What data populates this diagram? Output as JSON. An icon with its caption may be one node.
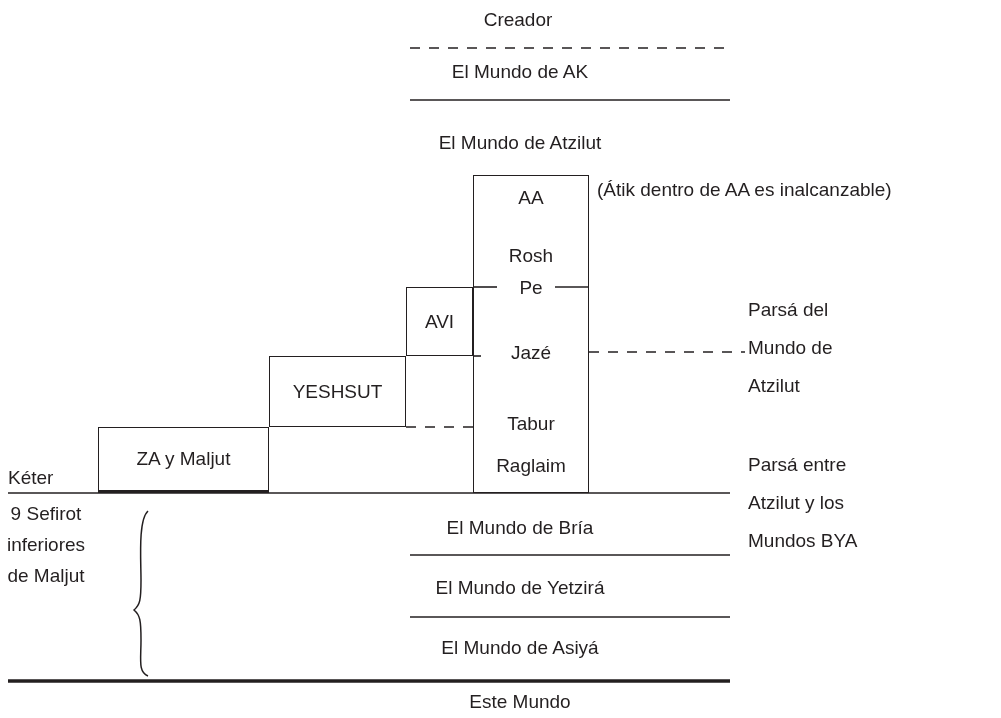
{
  "diagram": {
    "nodes": [
      {
        "text": [
          "AA",
          "Rosh",
          "Pe",
          "Jazé",
          "Tabur",
          "Raglaim"
        ],
        "beside": [
          "(Átik dentro de AA es inalcanzable)"
        ]
      },
      {
        "text": [
          "AVI"
        ]
      },
      {
        "text": [
          "YESHSUT"
        ]
      },
      {
        "text": [
          "ZA y Maljut"
        ]
      },
      {
        "text": [
          "Parsá del Mundo de Atzilut"
        ]
      }
    ],
    "edges": [
      {
        "from": 0,
        "to": 4,
        "arrow": "none",
        "style": "dashed"
      },
      {
        "from": 2,
        "to": 0,
        "arrow": "none",
        "style": "dashed"
      }
    ],
    "labels": [
      "Creador",
      "El Mundo de AK",
      "El Mundo de Atzilut",
      "Kéter",
      "Parsá entre Atzilut y los Mundos BYA",
      "9 Sefirot inferiores de Maljut",
      "El Mundo de Bría",
      "El Mundo de Yetzirá",
      "El Mundo de Asiyá",
      "Este Mundo"
    ]
  }
}
